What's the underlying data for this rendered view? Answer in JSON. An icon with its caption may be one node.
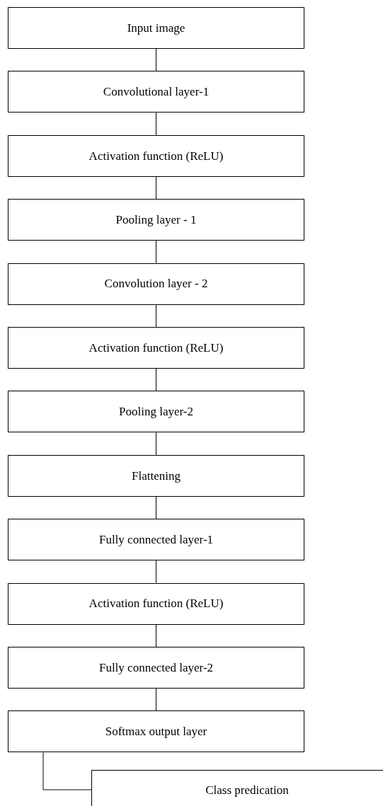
{
  "diagram": {
    "nodes": [
      {
        "text": [
          "Input image"
        ]
      },
      {
        "text": [
          "Convolutional layer-1"
        ]
      },
      {
        "text": [
          "Activation function (ReLU)"
        ]
      },
      {
        "text": [
          "Pooling layer - 1"
        ]
      },
      {
        "text": [
          "Convolution layer - 2"
        ]
      },
      {
        "text": [
          "Activation function (ReLU)"
        ]
      },
      {
        "text": [
          "Pooling layer-2"
        ]
      },
      {
        "text": [
          "Flattening"
        ]
      },
      {
        "text": [
          "Fully connected layer-1"
        ]
      },
      {
        "text": [
          "Activation function (ReLU)"
        ]
      },
      {
        "text": [
          "Fully connected layer-2"
        ]
      },
      {
        "text": [
          "Softmax output layer"
        ]
      },
      {
        "text": [
          "Class predication"
        ]
      }
    ],
    "edges": [
      {
        "from": 0,
        "to": 1,
        "arrow": "none"
      },
      {
        "from": 1,
        "to": 2,
        "arrow": "none"
      },
      {
        "from": 2,
        "to": 3,
        "arrow": "none"
      },
      {
        "from": 3,
        "to": 4,
        "arrow": "none"
      },
      {
        "from": 4,
        "to": 5,
        "arrow": "none"
      },
      {
        "from": 5,
        "to": 6,
        "arrow": "none"
      },
      {
        "from": 6,
        "to": 7,
        "arrow": "none"
      },
      {
        "from": 7,
        "to": 8,
        "arrow": "none"
      },
      {
        "from": 8,
        "to": 9,
        "arrow": "none"
      },
      {
        "from": 9,
        "to": 10,
        "arrow": "none"
      },
      {
        "from": 10,
        "to": 11,
        "arrow": "none"
      },
      {
        "from": 11,
        "to": 12,
        "arrow": "none"
      }
    ]
  }
}
